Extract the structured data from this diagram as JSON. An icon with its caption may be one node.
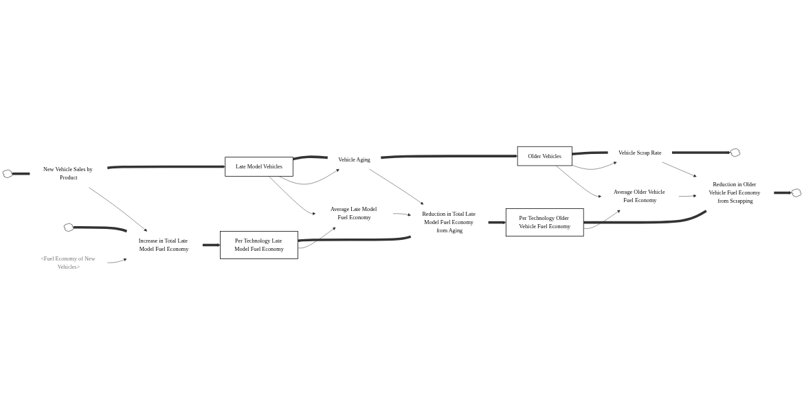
{
  "diagram": {
    "nodes": [
      {
        "text": [],
        "shape": "cloud"
      },
      {
        "text": [
          "Late Model Vehicles"
        ]
      },
      {
        "text": [
          "Older Vehicles"
        ]
      },
      {
        "text": [],
        "shape": "cloud"
      },
      {
        "text": [
          "New Vehicle Sales by Product"
        ]
      },
      {
        "text": [
          "Vehicle Aging"
        ]
      },
      {
        "text": [
          "Vehicle Scrap Rate"
        ]
      },
      {
        "text": [
          "Average Late Model Fuel Economy"
        ]
      },
      {
        "text": [
          "Average Older Vehicle Fuel Economy"
        ]
      },
      {
        "text": [],
        "shape": "cloud"
      },
      {
        "text": [
          "Per Technology Late Model Fuel Economy"
        ]
      },
      {
        "text": [
          "Per Technology Older Vehicle Fuel Economy"
        ]
      },
      {
        "text": [],
        "shape": "cloud"
      },
      {
        "text": [
          "Increase in Total Late Model Fuel Economy"
        ]
      },
      {
        "text": [
          "Reduction in Total Late Model Fuel Economy from Aging"
        ]
      },
      {
        "text": [
          "Reduction in Older Vehicle Fuel Economy from Scrapping"
        ]
      },
      {
        "text": [
          "<Fuel Economy of New Vehicles>"
        ]
      }
    ],
    "edges": [
      {
        "from": 0,
        "to": 4,
        "arrow": "none",
        "style": "thick"
      },
      {
        "from": 4,
        "to": 1,
        "arrow": "to",
        "style": "thick"
      },
      {
        "from": 1,
        "to": 5,
        "arrow": "none",
        "style": "thick"
      },
      {
        "from": 5,
        "to": 2,
        "arrow": "to",
        "style": "thick"
      },
      {
        "from": 2,
        "to": 6,
        "arrow": "none",
        "style": "thick"
      },
      {
        "from": 6,
        "to": 3,
        "arrow": "to",
        "style": "thick"
      },
      {
        "from": 9,
        "to": 13,
        "arrow": "none",
        "style": "thick"
      },
      {
        "from": 13,
        "to": 10,
        "arrow": "to",
        "style": "thick"
      },
      {
        "from": 10,
        "to": 14,
        "arrow": "none",
        "style": "thick"
      },
      {
        "from": 14,
        "to": 11,
        "arrow": "to",
        "style": "thick"
      },
      {
        "from": 11,
        "to": 15,
        "arrow": "none",
        "style": "thick"
      },
      {
        "from": 15,
        "to": 12,
        "arrow": "to",
        "style": "thick"
      },
      {
        "from": 1,
        "to": 5,
        "arrow": "to"
      },
      {
        "from": 1,
        "to": 7,
        "arrow": "to"
      },
      {
        "from": 2,
        "to": 6,
        "arrow": "to"
      },
      {
        "from": 2,
        "to": 8,
        "arrow": "to"
      },
      {
        "from": 4,
        "to": 13,
        "arrow": "to"
      },
      {
        "from": 5,
        "to": 14,
        "arrow": "to"
      },
      {
        "from": 6,
        "to": 15,
        "arrow": "to"
      },
      {
        "from": 7,
        "to": 14,
        "arrow": "to"
      },
      {
        "from": 8,
        "to": 15,
        "arrow": "to"
      },
      {
        "from": 10,
        "to": 7,
        "arrow": "to"
      },
      {
        "from": 11,
        "to": 8,
        "arrow": "to"
      },
      {
        "from": 16,
        "to": 13,
        "arrow": "to"
      }
    ]
  }
}
